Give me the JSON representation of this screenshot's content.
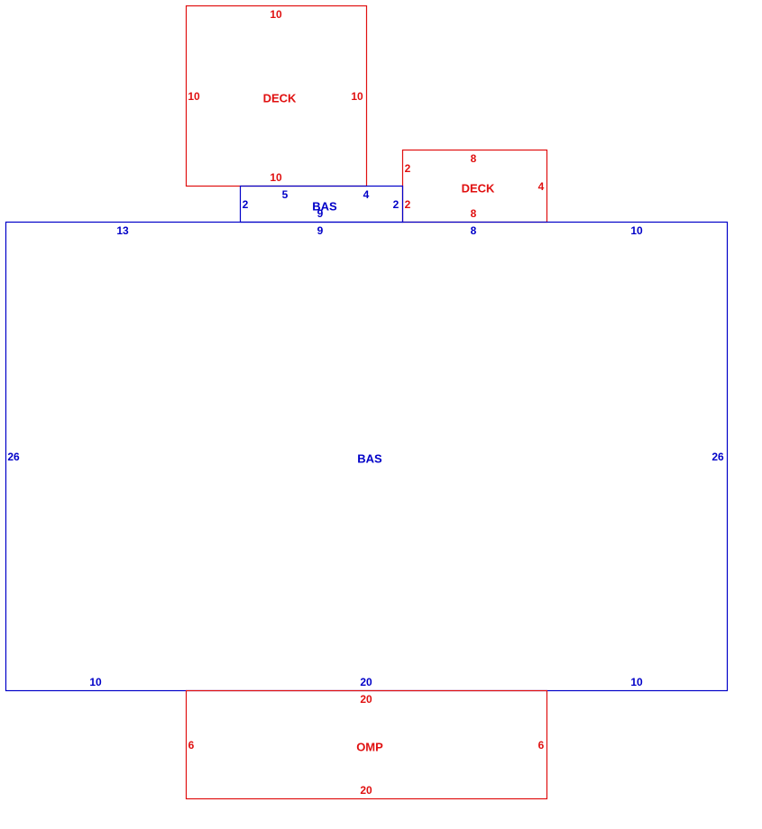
{
  "colors": {
    "bas": "#0000c8",
    "deck": "#e01010",
    "omp": "#e01010",
    "background": "#ffffff"
  },
  "areas": {
    "deck_large": {
      "name": "DECK",
      "top": "10",
      "left": "10",
      "right": "10",
      "bottom": "10"
    },
    "deck_small": {
      "name": "DECK",
      "top": "8",
      "left": "2",
      "right": "4",
      "bottom": "8",
      "left_lower": "2"
    },
    "bas_entry": {
      "name": "BAS",
      "top": "5",
      "top_right": "4",
      "left": "2",
      "right": "2",
      "bottom": "9"
    },
    "bas_main": {
      "name": "BAS",
      "top_left": "13",
      "top_mid": "9",
      "top_right_mid": "8",
      "top_right": "10",
      "left": "26",
      "right": "26",
      "bottom_left": "10",
      "bottom_mid": "20",
      "bottom_right": "10"
    },
    "omp": {
      "name": "OMP",
      "top": "20",
      "left": "6",
      "right": "6",
      "bottom": "20"
    }
  }
}
